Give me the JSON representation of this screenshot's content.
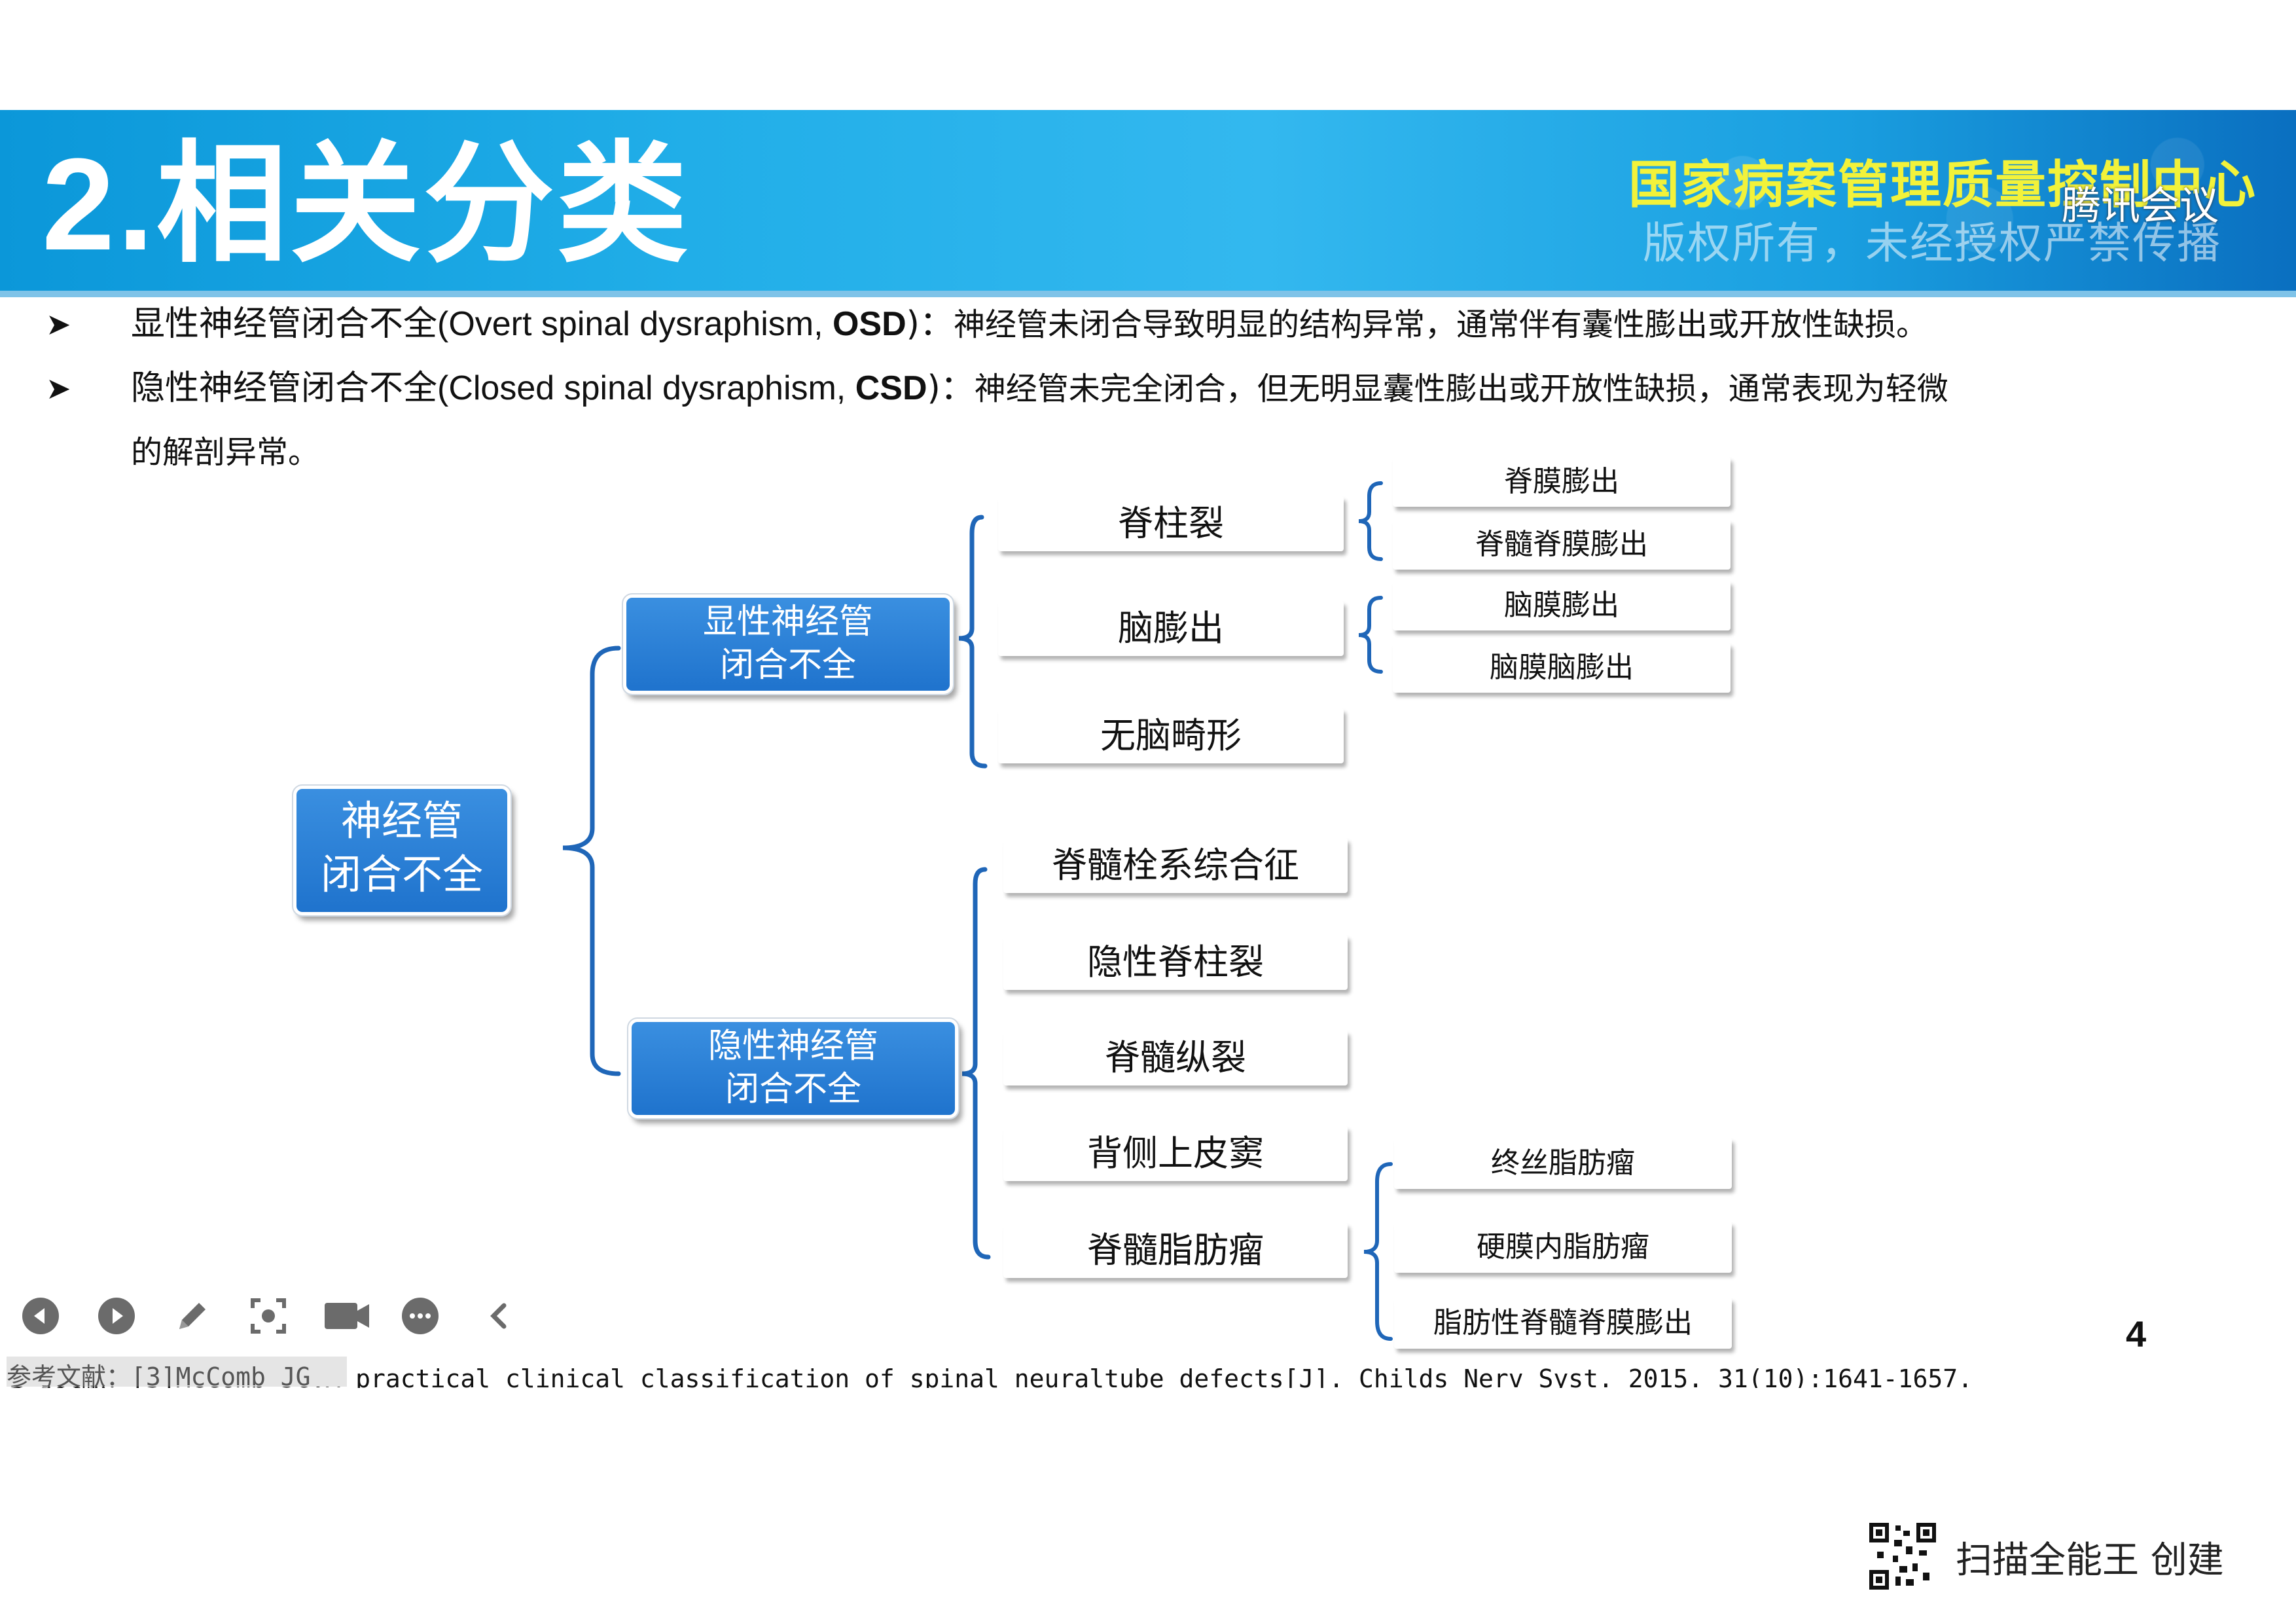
{
  "slide": {
    "title": "2.相关分类",
    "org": "国家病案管理质量控制中心",
    "copyright": "版权所有，未经授权严禁传播",
    "meeting_app": "腾讯会议",
    "page_number": "4"
  },
  "bullets": [
    {
      "term": "显性神经管闭合不全(Overt spinal dysraphism, ",
      "abbr": "OSD",
      "close": ")：",
      "desc": "神经管未闭合导致明显的结构异常，通常伴有囊性膨出或开放性缺损。"
    },
    {
      "term": "隐性神经管闭合不全(Closed spinal dysraphism, ",
      "abbr": "CSD",
      "close": ")：",
      "desc": "神经管未完全闭合，但无明显囊性膨出或开放性缺损，通常表现为轻微",
      "desc2": "的解剖异常。"
    }
  ],
  "diagram": {
    "root": [
      "神经管",
      "闭合不全"
    ],
    "overt": [
      "显性神经管",
      "闭合不全"
    ],
    "closed": [
      "隐性神经管",
      "闭合不全"
    ],
    "overt_children": [
      "脊柱裂",
      "脑膨出",
      "无脑畸形"
    ],
    "closed_children": [
      "脊髓栓系综合征",
      "隐性脊柱裂",
      "脊髓纵裂",
      "背侧上皮窦",
      "脊髓脂肪瘤"
    ],
    "spina_bifida_children": [
      "脊膜膨出",
      "脊髓脊膜膨出"
    ],
    "encephalocele_children": [
      "脑膜膨出",
      "脑膜脑膨出"
    ],
    "lipoma_children": [
      "终丝脂肪瘤",
      "硬膜内脂肪瘤",
      "脂肪性脊髓脊膜膨出"
    ]
  },
  "reference": {
    "text": "参考文献：[3]McComb JG.A practical clinical classification of spinal neuraltube defects[J]. Childs Nerv Syst. 2015. 31(10):1641-1657.",
    "overlay": "参考文献：[3]McComb JG"
  },
  "toolbar": {
    "icons": [
      "prev-icon",
      "play-icon",
      "pen-icon",
      "screenshot-icon",
      "camera-icon",
      "more-icon",
      "collapse-icon"
    ]
  },
  "watermark": {
    "label": "扫描全能王 创建"
  }
}
